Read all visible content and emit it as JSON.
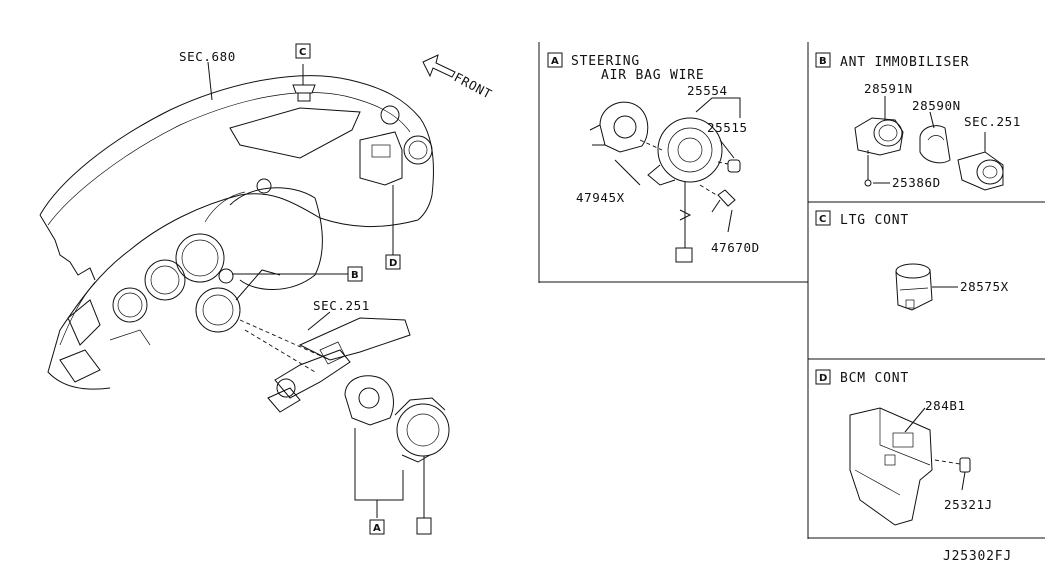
{
  "drawing_id": "J25302FJ",
  "main_view": {
    "labels": {
      "sec680": "SEC.680",
      "front": "FRONT",
      "sec251": "SEC.251"
    },
    "callouts": {
      "a": "A",
      "b": "B",
      "c": "C",
      "d": "D"
    }
  },
  "panel_a": {
    "letter": "A",
    "title_line1": "STEERING",
    "title_line2": "AIR BAG WIRE",
    "parts": [
      "25554",
      "25515",
      "47945X",
      "47670D"
    ]
  },
  "panel_b": {
    "letter": "B",
    "title": "ANT IMMOBILISER",
    "parts": [
      "28591N",
      "28590N",
      "SEC.251",
      "25386D"
    ]
  },
  "panel_c": {
    "letter": "C",
    "title": "LTG CONT",
    "parts": [
      "28575X"
    ]
  },
  "panel_d": {
    "letter": "D",
    "title": "BCM  CONT",
    "parts": [
      "284B1",
      "25321J"
    ]
  }
}
